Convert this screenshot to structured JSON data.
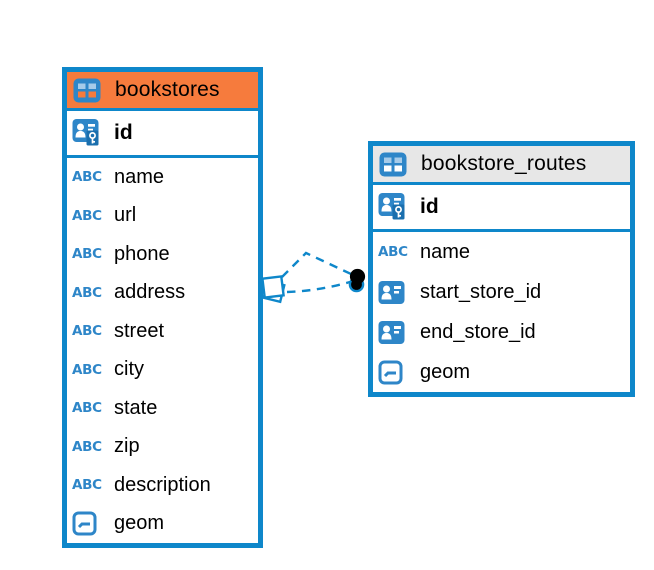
{
  "colors": {
    "table_border_blue": "#0e87ca",
    "icon_blue": "#2e86c8",
    "icon_cell_light_blue": "#a6cbe9",
    "key_badge_blue": "#1a6fae",
    "header_orange": "#f67b3d",
    "header_gray": "#e7e7e7",
    "relation_line_blue": "#0e87ca",
    "relation_dot_black": "#000000"
  },
  "icons": {
    "text_type_label": "ABC"
  },
  "tables": [
    {
      "name": "bookstores",
      "header_color": "#f67b3d",
      "columns": [
        {
          "name": "id",
          "type": "primary-key"
        },
        {
          "name": "name",
          "type": "text"
        },
        {
          "name": "url",
          "type": "text"
        },
        {
          "name": "phone",
          "type": "text"
        },
        {
          "name": "address",
          "type": "text"
        },
        {
          "name": "street",
          "type": "text"
        },
        {
          "name": "city",
          "type": "text"
        },
        {
          "name": "state",
          "type": "text"
        },
        {
          "name": "zip",
          "type": "text"
        },
        {
          "name": "description",
          "type": "text"
        },
        {
          "name": "geom",
          "type": "geometry"
        }
      ]
    },
    {
      "name": "bookstore_routes",
      "header_color": "#e7e7e7",
      "columns": [
        {
          "name": "id",
          "type": "primary-key"
        },
        {
          "name": "name",
          "type": "text"
        },
        {
          "name": "start_store_id",
          "type": "foreign-key"
        },
        {
          "name": "end_store_id",
          "type": "foreign-key"
        },
        {
          "name": "geom",
          "type": "geometry"
        }
      ]
    }
  ],
  "relations": [
    {
      "from_table": "bookstore_routes",
      "from_column": "start_store_id",
      "to_table": "bookstores",
      "to_column": "id",
      "line_style": "dashed"
    },
    {
      "from_table": "bookstore_routes",
      "from_column": "end_store_id",
      "to_table": "bookstores",
      "to_column": "id",
      "line_style": "dashed"
    }
  ]
}
